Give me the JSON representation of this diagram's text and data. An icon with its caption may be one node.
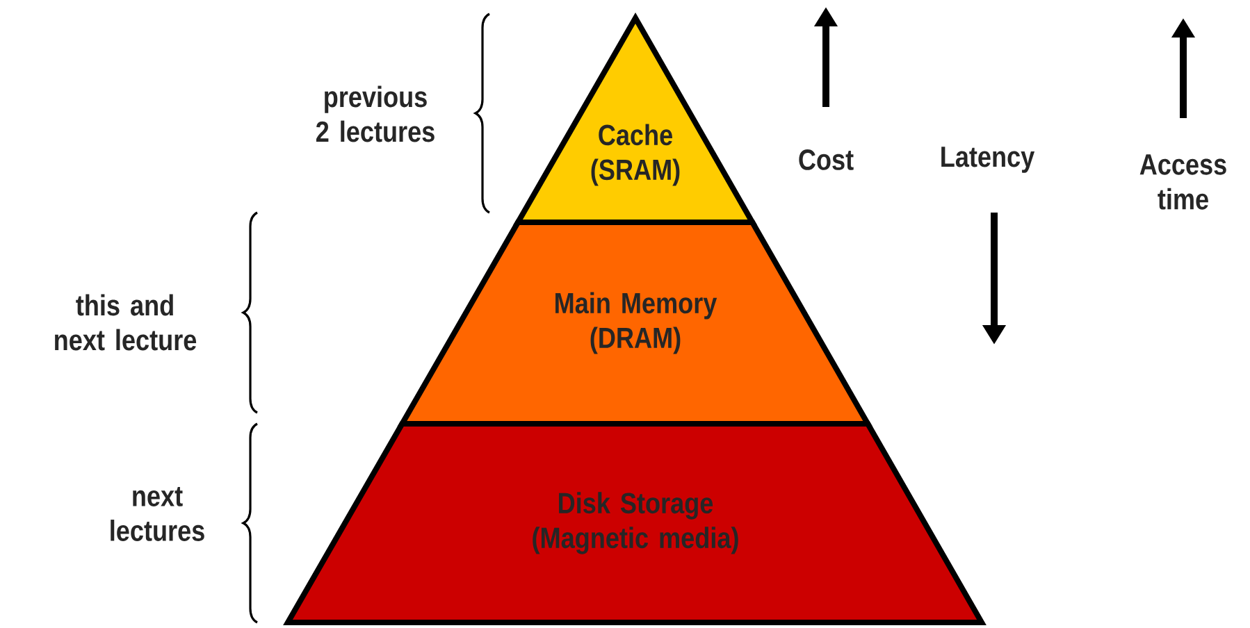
{
  "diagram": {
    "nodes": [
      {
        "text": [
          "Cache (SRAM)"
        ]
      },
      {
        "text": [
          "Main Memory (DRAM)"
        ]
      },
      {
        "text": [
          "Disk Storage (Magnetic media)"
        ]
      }
    ],
    "labels": [
      "previous 2 lectures",
      "this and next lecture",
      "next lectures",
      "Cost",
      "Latency",
      "Access time"
    ]
  }
}
